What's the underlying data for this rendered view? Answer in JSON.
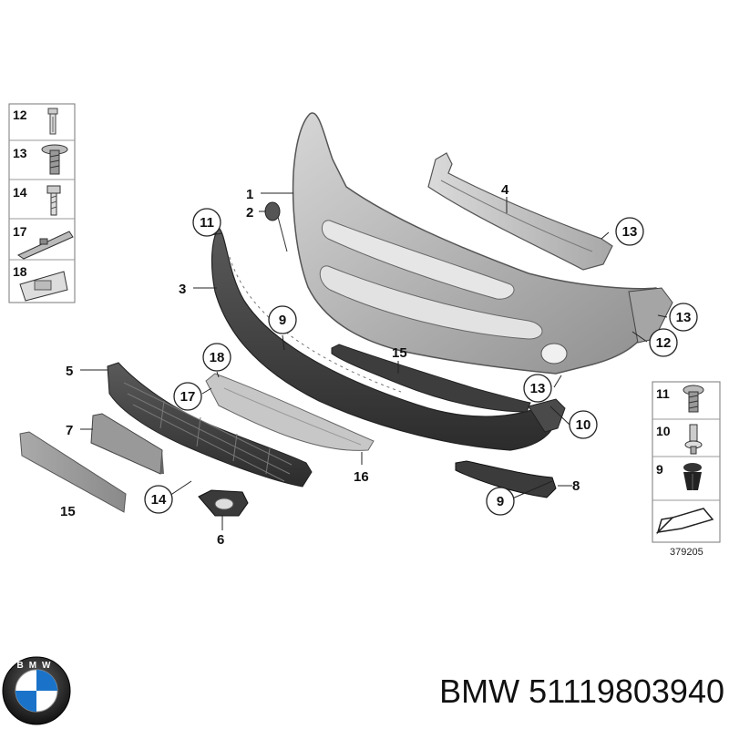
{
  "diagram": {
    "reference_number": "379205",
    "callouts": [
      {
        "id": "c1",
        "label": "1",
        "circled": false
      },
      {
        "id": "c2",
        "label": "2",
        "circled": false
      },
      {
        "id": "c3",
        "label": "3",
        "circled": false
      },
      {
        "id": "c4",
        "label": "4",
        "circled": false
      },
      {
        "id": "c5",
        "label": "5",
        "circled": false
      },
      {
        "id": "c6",
        "label": "6",
        "circled": false
      },
      {
        "id": "c7",
        "label": "7",
        "circled": false
      },
      {
        "id": "c8",
        "label": "8",
        "circled": false
      },
      {
        "id": "c9a",
        "label": "9",
        "circled": true
      },
      {
        "id": "c9b",
        "label": "9",
        "circled": true
      },
      {
        "id": "c10",
        "label": "10",
        "circled": true
      },
      {
        "id": "c11",
        "label": "11",
        "circled": true
      },
      {
        "id": "c12",
        "label": "12",
        "circled": true
      },
      {
        "id": "c13a",
        "label": "13",
        "circled": true
      },
      {
        "id": "c13b",
        "label": "13",
        "circled": true
      },
      {
        "id": "c13c",
        "label": "13",
        "circled": true
      },
      {
        "id": "c14",
        "label": "14",
        "circled": true
      },
      {
        "id": "c15a",
        "label": "15",
        "circled": false
      },
      {
        "id": "c15b",
        "label": "15",
        "circled": false
      },
      {
        "id": "c16",
        "label": "16",
        "circled": false
      },
      {
        "id": "c17",
        "label": "17",
        "circled": true
      },
      {
        "id": "c18",
        "label": "18",
        "circled": true
      }
    ],
    "legend_left": [
      "12",
      "13",
      "14",
      "17",
      "18"
    ],
    "legend_right": [
      "11",
      "10",
      "9"
    ]
  },
  "footer": {
    "brand": "BMW",
    "part_number": "51119803940",
    "logo_letters": "BMW"
  },
  "colors": {
    "bumper_fill": "#b8b8b8",
    "dark_part": "#3c3c3c",
    "mid_part": "#9a9a9a",
    "light_part": "#c8c8c8",
    "bmw_blue": "#1a73c8"
  }
}
